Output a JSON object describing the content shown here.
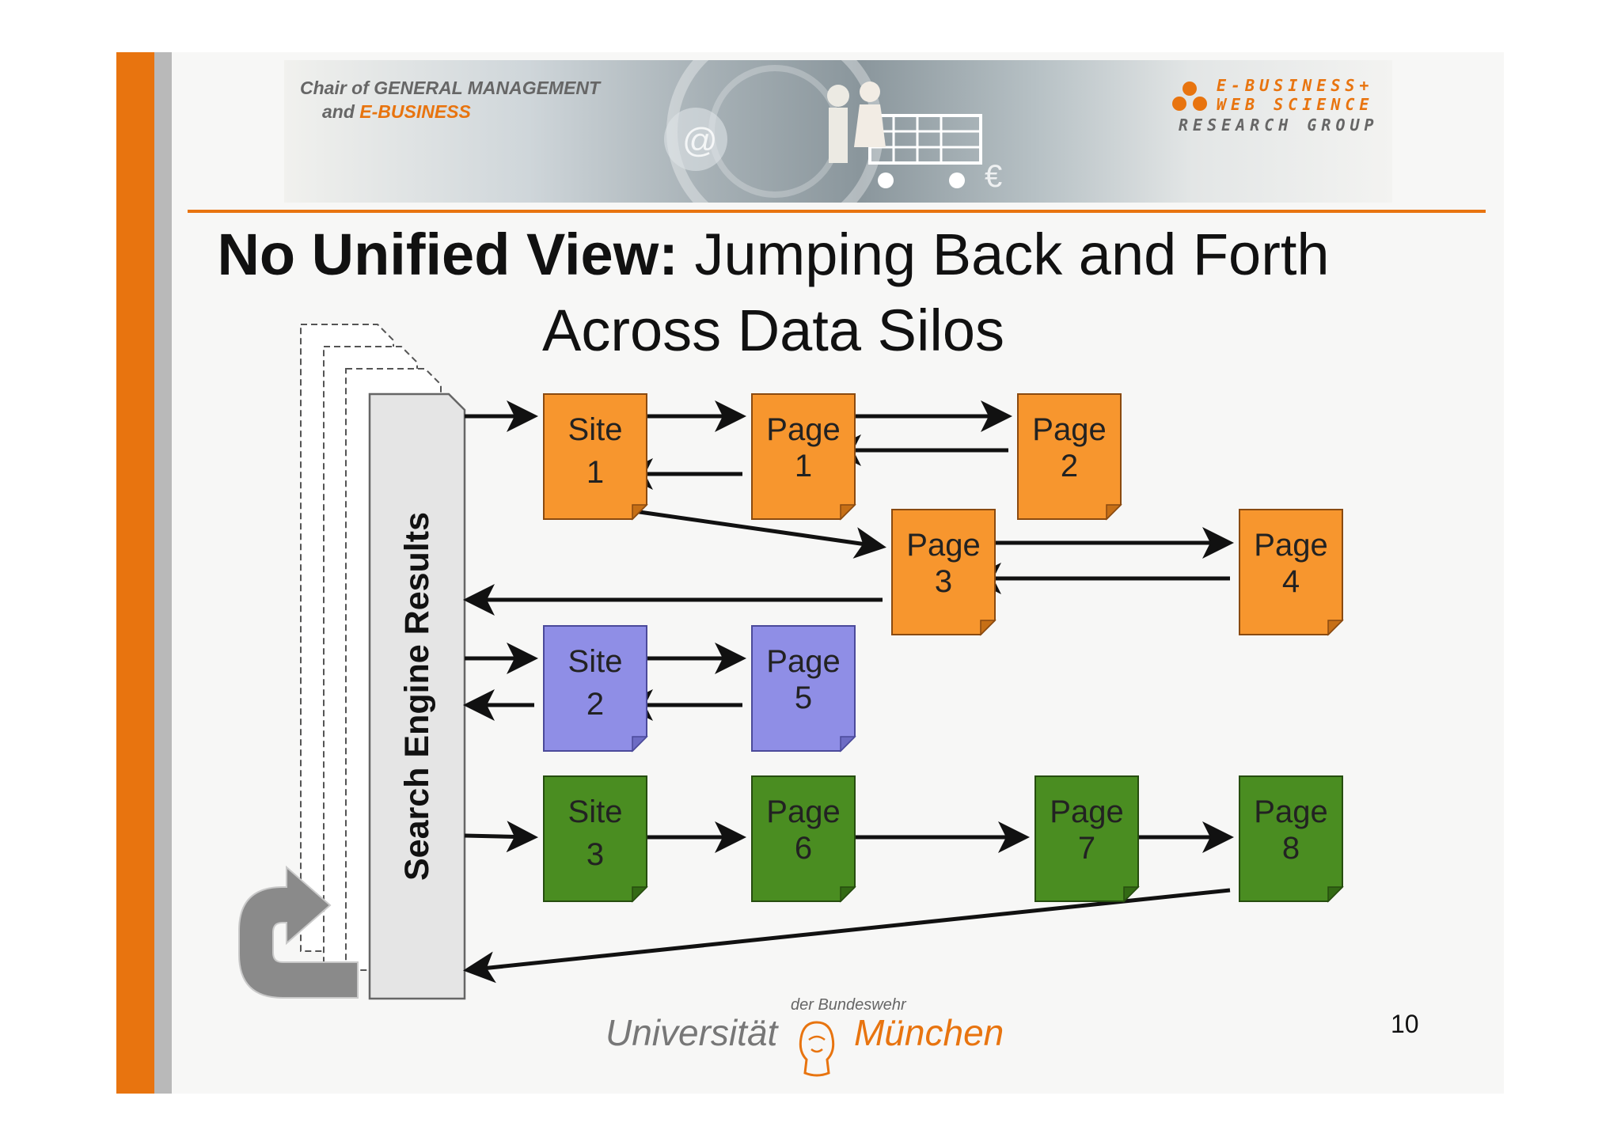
{
  "header": {
    "chair_prefix": "Chair of",
    "chair_name": "GENERAL MANAGEMENT",
    "chair_and": "and",
    "chair_sub": "E-BUSINESS",
    "group_line1": "E-BUSINESS+",
    "group_line2": "WEB SCIENCE",
    "group_line3": "RESEARCH GROUP"
  },
  "title": {
    "bold": "No Unified View:",
    "rest": "Jumping Back and Forth Across Data Silos"
  },
  "diagram": {
    "stack_label": "Search Engine Results",
    "colors": {
      "orange": "#f7962e",
      "blue": "#8f8ee6",
      "green": "#4a8d21"
    },
    "nodes": [
      {
        "id": "site1",
        "line1": "Site",
        "line2": "1",
        "color": "orange"
      },
      {
        "id": "page1",
        "line1": "Page",
        "line2": "1",
        "color": "orange"
      },
      {
        "id": "page2",
        "line1": "Page",
        "line2": "2",
        "color": "orange"
      },
      {
        "id": "page3",
        "line1": "Page",
        "line2": "3",
        "color": "orange"
      },
      {
        "id": "page4",
        "line1": "Page",
        "line2": "4",
        "color": "orange"
      },
      {
        "id": "site2",
        "line1": "Site",
        "line2": "2",
        "color": "blue"
      },
      {
        "id": "page5",
        "line1": "Page",
        "line2": "5",
        "color": "blue"
      },
      {
        "id": "site3",
        "line1": "Site",
        "line2": "3",
        "color": "green"
      },
      {
        "id": "page6",
        "line1": "Page",
        "line2": "6",
        "color": "green"
      },
      {
        "id": "page7",
        "line1": "Page",
        "line2": "7",
        "color": "green"
      },
      {
        "id": "page8",
        "line1": "Page",
        "line2": "8",
        "color": "green"
      }
    ]
  },
  "footer": {
    "small": "der Bundeswehr",
    "left": "Universität",
    "right": "München",
    "page_number": "10"
  }
}
